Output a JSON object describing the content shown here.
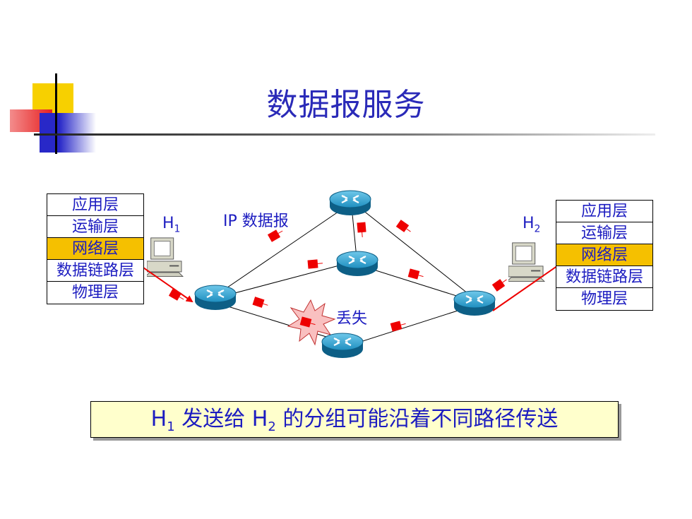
{
  "slide": {
    "title": "数据报服务"
  },
  "left_stack": {
    "layers": [
      {
        "label": "应用层",
        "highlighted": false
      },
      {
        "label": "运输层",
        "highlighted": false
      },
      {
        "label": "网络层",
        "highlighted": true
      },
      {
        "label": "数据链路层",
        "highlighted": false
      },
      {
        "label": "物理层",
        "highlighted": false
      }
    ]
  },
  "right_stack": {
    "layers": [
      {
        "label": "应用层",
        "highlighted": false
      },
      {
        "label": "运输层",
        "highlighted": false
      },
      {
        "label": "网络层",
        "highlighted": true
      },
      {
        "label": "数据链路层",
        "highlighted": false
      },
      {
        "label": "物理层",
        "highlighted": false
      }
    ]
  },
  "hosts": {
    "h1": {
      "letter": "H",
      "sub": "1"
    },
    "h2": {
      "letter": "H",
      "sub": "2"
    }
  },
  "labels": {
    "ip_datagram": "IP 数据报",
    "lost": "丢失"
  },
  "caption": {
    "part1": "H",
    "sub1": "1",
    "part2": " 发送给 H",
    "sub2": "2",
    "part3": " 的分组可能沿着不同路径传送"
  },
  "colors": {
    "title": "#2a2ab8",
    "text": "#1c1cc0",
    "highlight": "#f5c000",
    "packet": "#ee0000",
    "router": "#1f8fc0",
    "caption_bg": "#ffffcc",
    "burst": "#f9c0c0"
  },
  "icons": {
    "router": "router-icon",
    "host": "computer-icon",
    "packet": "packet-icon",
    "burst": "explosion-icon"
  }
}
